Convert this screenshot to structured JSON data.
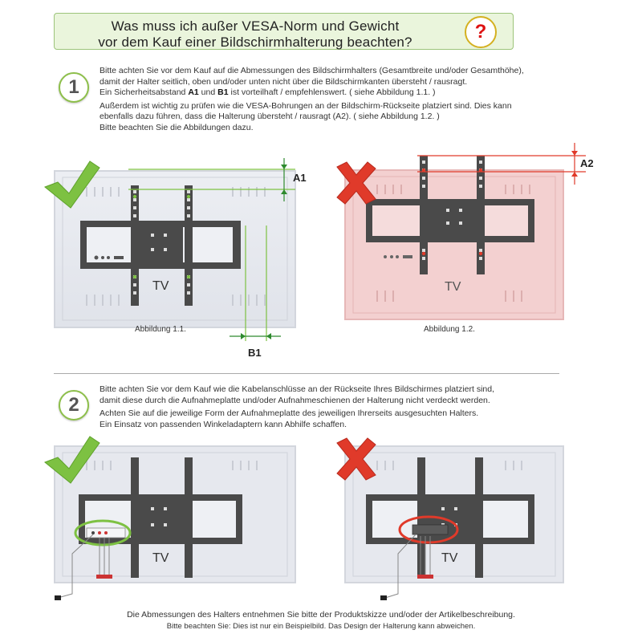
{
  "header": {
    "line1": "Was muss ich außer VESA-Norm und Gewicht",
    "line2": "vor dem Kauf einer Bildschirmhalterung beachten?",
    "badge": "?"
  },
  "section1": {
    "number": "1",
    "p1_line1": "Bitte achten Sie vor dem Kauf auf die Abmessungen des Bildschirmhalters (Gesamtbreite und/oder Gesamthöhe),",
    "p1_line2": "damit der Halter seitlich, oben und/oder unten nicht über die Bildschirmkanten übersteht / rausragt.",
    "p1_line3_a": "Ein Sicherheitsabstand ",
    "p1_line3_b": "A1",
    "p1_line3_c": " und ",
    "p1_line3_d": "B1",
    "p1_line3_e": " ist vorteilhaft / empfehlenswert. ( siehe Abbildung 1.1. )",
    "p2_line1": "Außerdem ist wichtig zu prüfen wie die VESA-Bohrungen an der Bildschirm-Rückseite platziert sind. Dies kann",
    "p2_line2": "ebenfalls dazu führen, dass die Halterung übersteht / rausragt (A2). ( siehe Abbildung 1.2. )",
    "p2_line3": "Bitte beachten Sie die Abbildungen dazu.",
    "fig1_caption": "Abbildung 1.1.",
    "fig2_caption": "Abbildung 1.2.",
    "label_a1": "A1",
    "label_b1": "B1",
    "label_a2": "A2",
    "tv_label": "TV"
  },
  "section2": {
    "number": "2",
    "p1_line1": "Bitte achten Sie vor dem Kauf wie die Kabelanschlüsse an der Rückseite Ihres Bildschirmes platziert sind,",
    "p1_line2": "damit diese durch die Aufnahmeplatte und/oder Aufnahmeschienen der Halterung nicht verdeckt werden.",
    "p2_line1": "Achten Sie auf die jeweilige Form der Aufnahmeplatte des jeweiligen Ihrerseits ausgesuchten Halters.",
    "p2_line2": "Ein Einsatz von passenden Winkeladaptern kann Abhilfe schaffen.",
    "tv_label": "TV"
  },
  "footer": {
    "line1": "Die Abmessungen des Halters entnehmen Sie bitte der Produktskizze und/oder der Artikelbeschreibung.",
    "line2": "Bitte beachten Sie: Dies ist nur ein Beispielbild. Das Design der Halterung kann abweichen."
  },
  "colors": {
    "ok_green": "#7dc142",
    "bad_red": "#e03a2a",
    "mount_dark": "#4a4a4a",
    "tv_bg": "#e6e8ee",
    "tv_bad_bg": "#f3d0d0"
  },
  "icons": [
    "question-icon",
    "checkmark-icon",
    "cross-icon"
  ]
}
